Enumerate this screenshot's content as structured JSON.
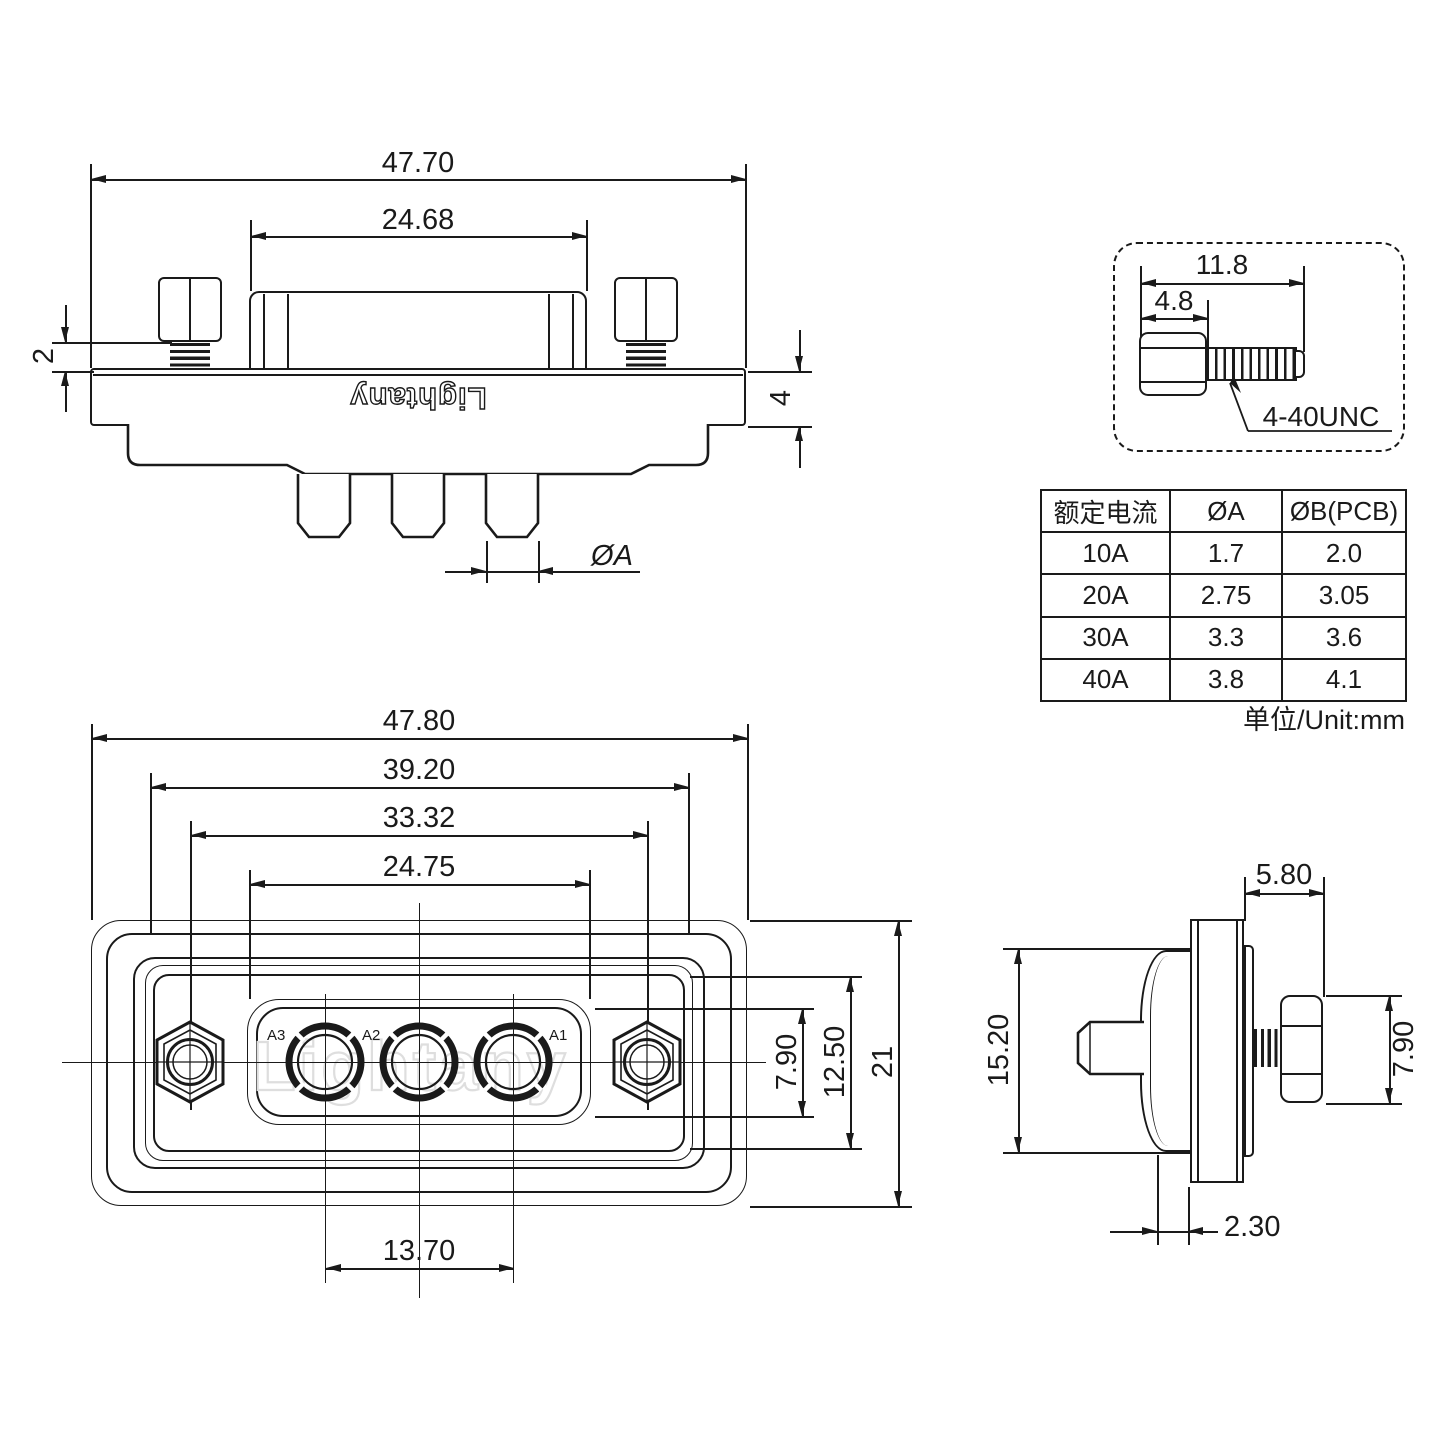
{
  "brand_color": "#1a1a1a",
  "watermark_color": "#dedede",
  "top_view": {
    "dim_total_width": "47.70",
    "dim_shell_width": "24.68",
    "dim_screw_gap": "2",
    "dim_flange_thickness": "4",
    "dim_pin_diameter": "ØA",
    "logo": "Lightany"
  },
  "screw_detail": {
    "dim_total_length": "11.8",
    "dim_head_length": "4.8",
    "thread_spec": "4-40UNC"
  },
  "spec_table": {
    "headers": [
      "额定电流",
      "ØA",
      "ØB(PCB)"
    ],
    "rows": [
      [
        "10A",
        "1.7",
        "2.0"
      ],
      [
        "20A",
        "2.75",
        "3.05"
      ],
      [
        "30A",
        "3.3",
        "3.6"
      ],
      [
        "40A",
        "3.8",
        "4.1"
      ]
    ],
    "unit_note": "单位/Unit:mm"
  },
  "front_view": {
    "dim_total_width": "47.80",
    "dim_shell_width": "39.20",
    "dim_mount_hole_spacing": "33.32",
    "dim_insert_width": "24.75",
    "dim_contact_spacing": "13.70",
    "dim_insert_height": "7.90",
    "dim_shell_height": "12.50",
    "dim_total_height": "21",
    "pin_labels": [
      "A3",
      "A2",
      "A1"
    ],
    "watermark": "Lightany"
  },
  "side_view": {
    "dim_screw_protrusion": "5.80",
    "dim_body_height": "15.20",
    "dim_screw_head_height": "7.90",
    "dim_standoff": "2.30"
  }
}
